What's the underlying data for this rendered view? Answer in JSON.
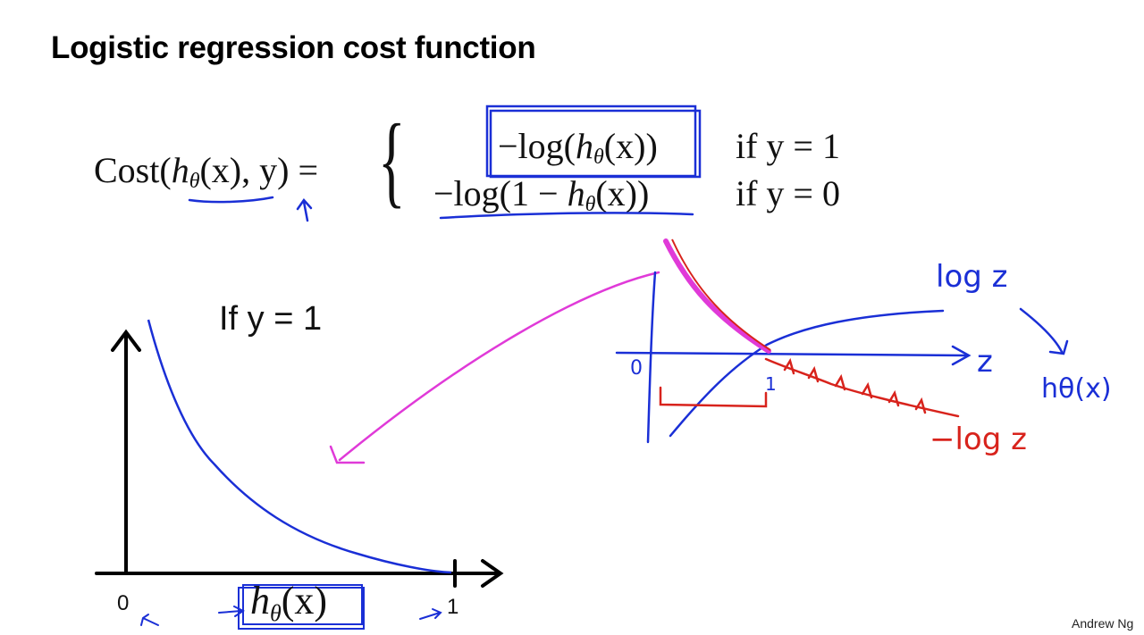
{
  "slide": {
    "title": "Logistic regression cost function",
    "condition": "If y = 1",
    "credit": "Andrew Ng"
  },
  "formula": {
    "lhs_name": "Cost",
    "lhs_h": "h",
    "lhs_theta": "θ",
    "lhs_rest": "(x), y)",
    "equals": "=",
    "case1_expr": "−log(",
    "case1_h": "h",
    "case1_theta": "θ",
    "case1_tail": "(x))",
    "case1_cond": "if y = 1",
    "case2_expr": "−log(1 − ",
    "case2_h": "h",
    "case2_theta": "θ",
    "case2_tail": "(x))",
    "case2_cond": "if y = 0"
  },
  "plot": {
    "x_min_label": "0",
    "x_max_label": "1",
    "x_axis_h": "h",
    "x_axis_theta": "θ",
    "x_axis_tail": "(x)"
  },
  "annotations": {
    "sketch_origin": "0",
    "sketch_one": "1",
    "log_z": "log z",
    "z_axis": "z",
    "h_theta_x": "hθ(x)",
    "neg_log_z": "−log z"
  },
  "colors": {
    "blue_ink": "#1a2fd6",
    "magenta_ink": "#e03ad8",
    "red_ink": "#d8231c",
    "black": "#000000"
  }
}
